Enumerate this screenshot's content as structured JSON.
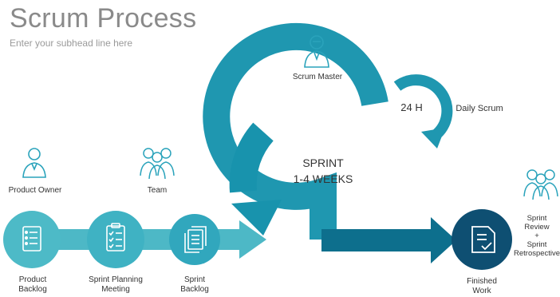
{
  "header": {
    "title": "Scrum Process",
    "subhead": "Enter your subhead line here"
  },
  "roles": {
    "product_owner": "Product Owner",
    "team": "Team",
    "scrum_master": "Scrum Master"
  },
  "cycle": {
    "sprint_line1": "SPRINT",
    "sprint_line2": "1-4 WEEKS",
    "daily_label": "24 H",
    "daily_scrum": "Daily Scrum"
  },
  "steps": {
    "product_backlog": [
      "Product",
      "Backlog"
    ],
    "sprint_planning": [
      "Sprint Planning",
      "Meeting"
    ],
    "sprint_backlog": [
      "Sprint",
      "Backlog"
    ],
    "finished_work": [
      "Finished",
      "Work"
    ]
  },
  "review": [
    "Sprint",
    "Review",
    "+",
    "Sprint",
    "Retrospective"
  ],
  "colors": {
    "teal_light": "#45b5c4",
    "teal_mid": "#1f97b0",
    "teal_dark": "#0c6d8c",
    "navy": "#0e4f72"
  }
}
